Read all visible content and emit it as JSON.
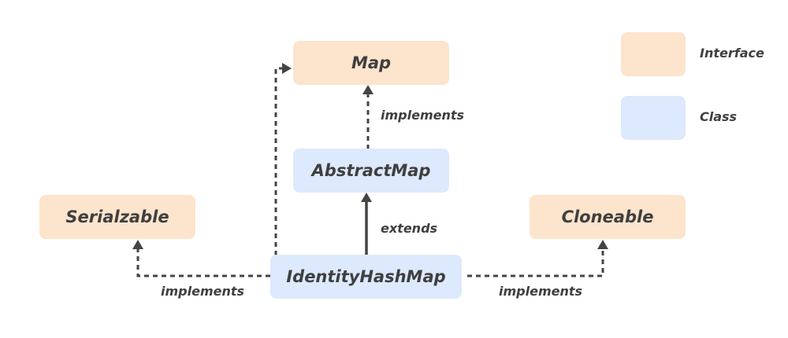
{
  "nodes": {
    "map": "Map",
    "abstract_map": "AbstractMap",
    "serializable": "Serialzable",
    "cloneable": "Cloneable",
    "identity_hash_map": "IdentityHashMap"
  },
  "edges": {
    "abstractmap_to_map": "implements",
    "identity_to_abstractmap": "extends",
    "identity_to_serializable": "implements",
    "identity_to_cloneable": "implements"
  },
  "legend": {
    "interface_label": "Interface",
    "class_label": "Class"
  },
  "colors": {
    "interface": "#fde4cd",
    "class": "#dde9fc",
    "line": "#444444",
    "text": "#3f3f3f"
  }
}
